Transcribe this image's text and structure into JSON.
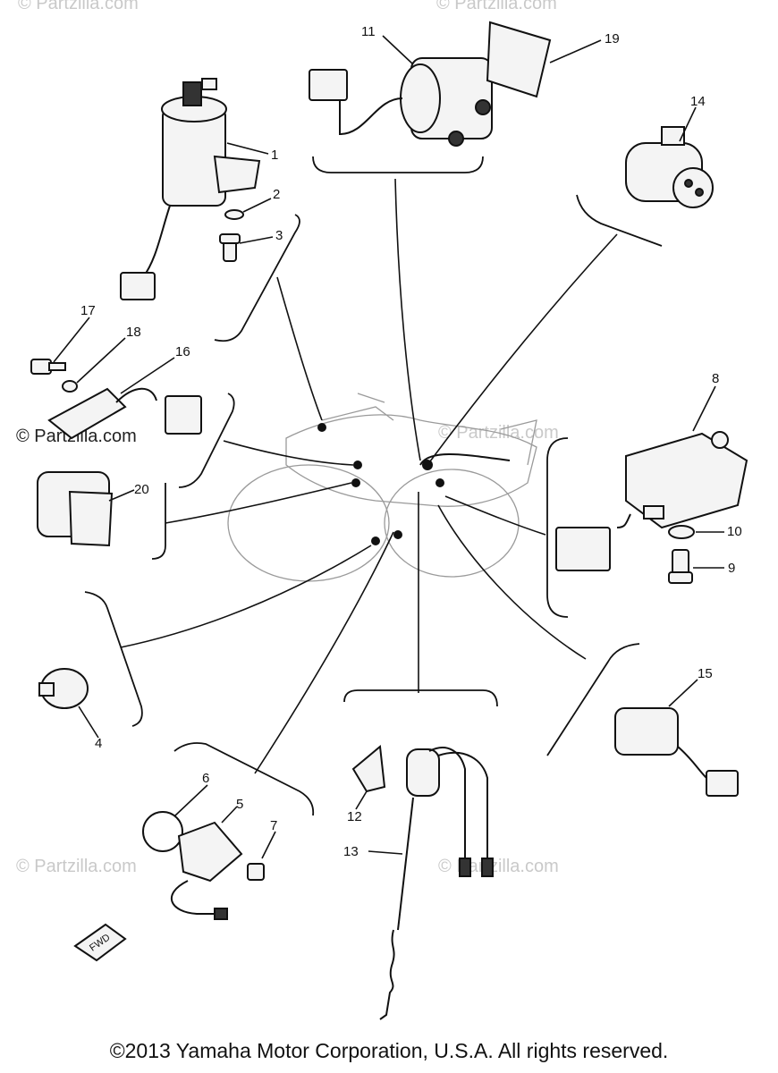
{
  "watermarks": [
    "© Partzilla.com",
    "© Partzilla.com",
    "© Partzilla.com",
    "© Partzilla.com",
    "© Partzilla.com",
    "© Partzilla.com"
  ],
  "callouts": {
    "c1": "1",
    "c2": "2",
    "c3": "3",
    "c4": "4",
    "c5": "5",
    "c6": "6",
    "c7": "7",
    "c8": "8",
    "c9": "9",
    "c10": "10",
    "c11": "11",
    "c12": "12",
    "c13": "13",
    "c14": "14",
    "c15": "15",
    "c16": "16",
    "c17": "17",
    "c18": "18",
    "c19": "19",
    "c20": "20"
  },
  "fwd_label": "FWD",
  "copyright": "©2013 Yamaha Motor Corporation, U.S.A. All rights reserved."
}
